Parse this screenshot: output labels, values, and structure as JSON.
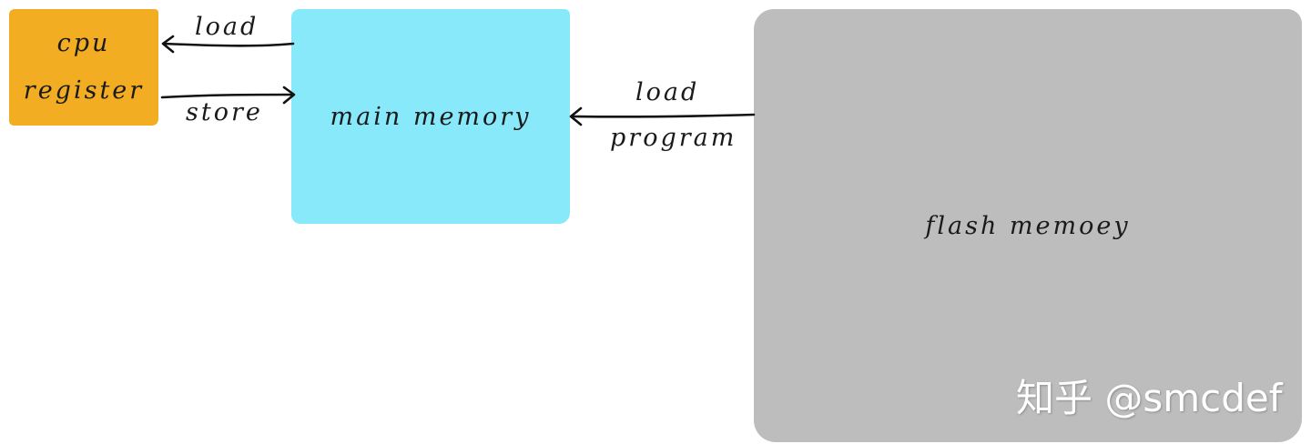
{
  "colors": {
    "cpu_box": "#f2ad22",
    "main_memory_box": "#88e9fb",
    "flash_box": "#bdbdbd",
    "arrow": "#111111",
    "watermark": "#ffffff"
  },
  "nodes": {
    "cpu": {
      "line1": "cpu",
      "line2": "register"
    },
    "main_memory": {
      "label": "main memory"
    },
    "flash": {
      "label": "flash memoey"
    }
  },
  "edges": [
    {
      "from": "main_memory",
      "to": "cpu",
      "label": "load"
    },
    {
      "from": "cpu",
      "to": "main_memory",
      "label": "store"
    },
    {
      "from": "flash",
      "to": "main_memory",
      "label_line1": "load",
      "label_line2": "program"
    }
  ],
  "watermark": "知乎 @smcdef"
}
